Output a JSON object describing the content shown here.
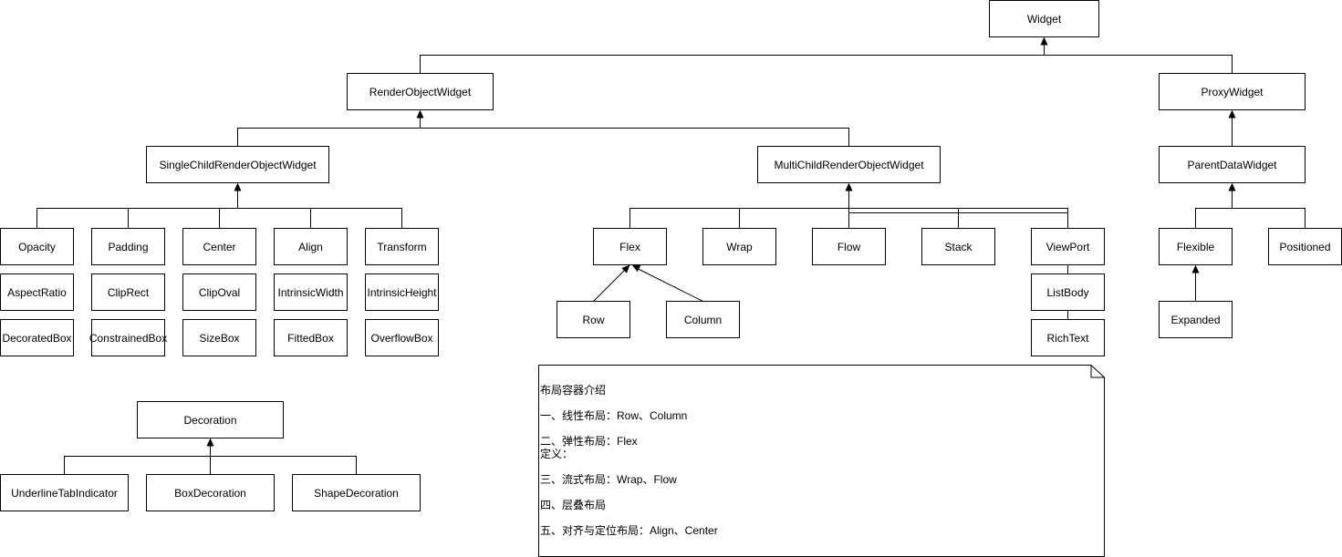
{
  "nodes": {
    "widget": "Widget",
    "render_object_widget": "RenderObjectWidget",
    "proxy_widget": "ProxyWidget",
    "single_child": "SingleChildRenderObjectWidget",
    "multi_child": "MultiChildRenderObjectWidget",
    "parent_data_widget": "ParentDataWidget",
    "opacity": "Opacity",
    "padding": "Padding",
    "center": "Center",
    "align": "Align",
    "transform": "Transform",
    "aspect_ratio": "AspectRatio",
    "clip_rect": "ClipRect",
    "clip_oval": "ClipOval",
    "intrinsic_width": "IntrinsicWidth",
    "intrinsic_height": "IntrinsicHeight",
    "decorated_box": "DecoratedBox",
    "constrained_box": "ConstrainedBox",
    "size_box": "SizeBox",
    "fitted_box": "FittedBox",
    "overflow_box": "OverflowBox",
    "flex": "Flex",
    "wrap": "Wrap",
    "flow": "Flow",
    "stack": "Stack",
    "viewport": "ViewPort",
    "list_body": "ListBody",
    "rich_text": "RichText",
    "row": "Row",
    "column": "Column",
    "flexible": "Flexible",
    "positioned": "Positioned",
    "expanded": "Expanded",
    "decoration": "Decoration",
    "underline_tab_indicator": "UnderlineTabIndicator",
    "box_decoration": "BoxDecoration",
    "shape_decoration": "ShapeDecoration"
  },
  "note": {
    "lines": [
      "布局容器介绍",
      "",
      "一、线性布局：Row、Column",
      "",
      "二、弹性布局：Flex",
      "定义：",
      "",
      "三、流式布局：Wrap、Flow",
      "",
      "四、层叠布局",
      "",
      "五、对齐与定位布局：Align、Center"
    ]
  }
}
